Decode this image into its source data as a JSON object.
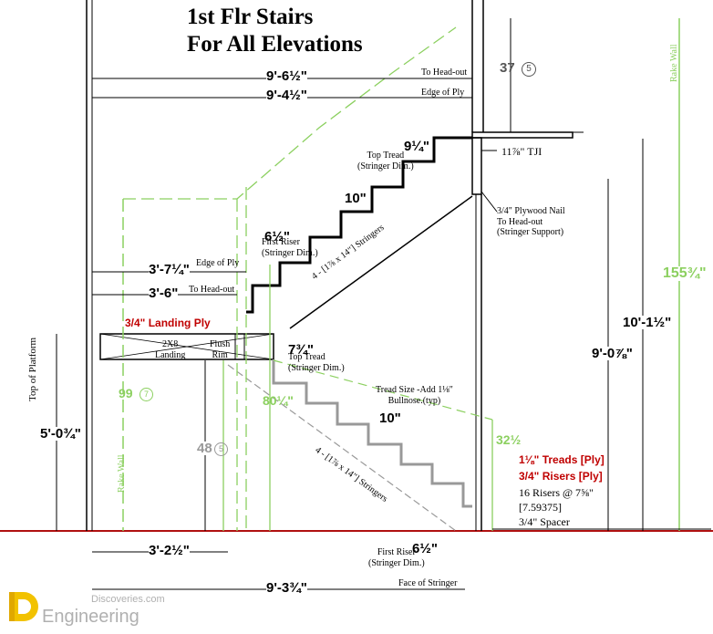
{
  "title": {
    "line1": "1st Flr Stairs",
    "line2": "For All Elevations"
  },
  "dims": {
    "top_overall": "9'-6½\"",
    "top_edge_ply": "9'-4½\"",
    "to_head_out_top": "To Head-out",
    "edge_of_ply_top": "Edge of Ply",
    "d37": "37",
    "d37_circle": "5",
    "tread_top_dim": "9¼\"",
    "top_tread_note": "Top Tread\n(Stringer Dim.)",
    "tji": "11⅞\" TJI",
    "ten_upper": "10\"",
    "plywood_note": "3/4\" Plywood Nail\nTo Head-out\n(Stringer Support)",
    "first_riser_upper": "6½\"",
    "first_riser_upper_note": "First Riser\n(Stringer Dim.)",
    "stringers_upper": "4 - [1⅞ x 14\"] Stringers",
    "left_edge_ply_dim": "3'-7¼\"",
    "left_edge_ply_label": "Edge of Ply",
    "left_head_out_dim": "3'-6\"",
    "left_head_out_label": "To Head-out",
    "landing_ply": "3/4\" Landing Ply",
    "landing_2x8": "2X8\nLanding",
    "flush_rim": "Flush\nRim",
    "top_tread_lower_dim": "7¾\"",
    "top_tread_lower_note": "Top Tread\n(Stringer Dim.)",
    "d99": "99",
    "d99_circle": "7",
    "d80": "80¼\"",
    "d48": "48",
    "d48_circle": "5",
    "top_of_platform": "Top of Platform",
    "platform_height": "5'-0¾\"",
    "tread_size_note": "Tread Size -Add 1⅛\"\nBullnose.(typ)",
    "ten_lower": "10\"",
    "stringers_lower": "4 - [1⅞ x 14\"] Stringers",
    "d32": "32½",
    "rake_wall_left": "Rake Wall",
    "rake_wall_right": "Rake Wall",
    "d155": "155¾\"",
    "d10_1": "10'-1½\"",
    "d9_0": "9'-0⅞\"",
    "bottom_first_riser": "6½\"",
    "bottom_first_riser_note": "First Riser\n(Stringer Dim.)",
    "bottom_left_dim": "3'-2½\"",
    "bottom_overall": "9'-3¾\"",
    "face_of_stringer": "Face of Stringer"
  },
  "specs": {
    "treads": "1⅛\" Treads [Ply]",
    "risers": "3/4\" Risers [Ply]",
    "risers_count": "16 Risers @ 7⅝\"",
    "risers_exact": "[7.59375]",
    "spacer": "3/4\" Spacer"
  },
  "brand": {
    "site": "Discoveries.com",
    "name": "Engineering"
  },
  "colors": {
    "red": "#c00000",
    "green": "#8cd060",
    "gray": "#999999",
    "floor": "#b01010"
  }
}
